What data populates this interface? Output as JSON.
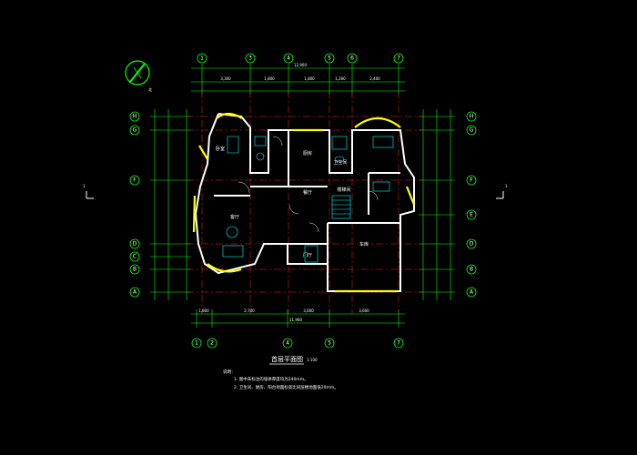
{
  "drawing": {
    "title": "首层平面图",
    "scale": "1:100",
    "notes_heading": "说明：",
    "notes": [
      "1. 图中未标注的墙体厚度均为240mm。",
      "2. 卫生间、厨房、阳台地面标高比同层楼地面低20mm。"
    ],
    "section_mark": "1"
  },
  "grid": {
    "top": [
      "1",
      "3",
      "4",
      "5",
      "6",
      "7"
    ],
    "bottom": [
      "1",
      "2",
      "4",
      "5",
      "7"
    ],
    "left": [
      "H",
      "G",
      "F",
      "D",
      "C",
      "B",
      "A"
    ],
    "right": [
      "H",
      "G",
      "F",
      "E",
      "D",
      "B",
      "A"
    ]
  },
  "dimensions": {
    "total_top": "12,900",
    "total_bottom": "11,900",
    "span_top": [
      "3,300",
      "1,800",
      "1,800",
      "1,200",
      "2,400"
    ],
    "span_bottom": [
      "1,800",
      "2,700",
      "3,600",
      "3,600"
    ]
  },
  "rooms": [
    "客厅",
    "餐厅",
    "厨房",
    "车库",
    "卧室",
    "卫生间",
    "门厅",
    "楼梯间"
  ],
  "colors": {
    "background": "#000000",
    "wall": "#ffffff",
    "dimension": "#00ff00",
    "axis": "#ff2020",
    "window": "#ffff00",
    "furniture": "#00ffff"
  },
  "icons": [
    "north-arrow-icon",
    "section-cut-icon"
  ]
}
